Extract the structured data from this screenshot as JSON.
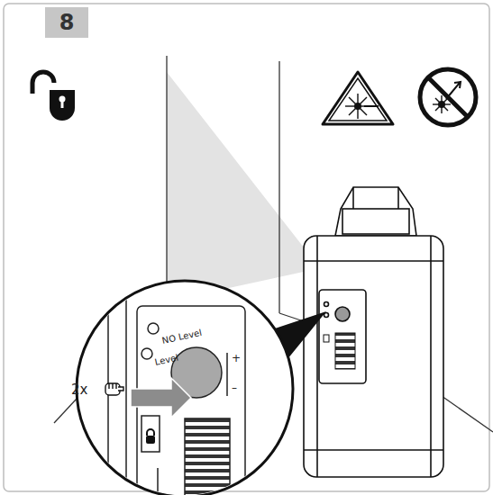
{
  "diagram": {
    "nodes": [
      {
        "text": [
          "8"
        ]
      }
    ],
    "labels": [
      "2x",
      "NO Level",
      "Level",
      "+",
      "–"
    ]
  }
}
